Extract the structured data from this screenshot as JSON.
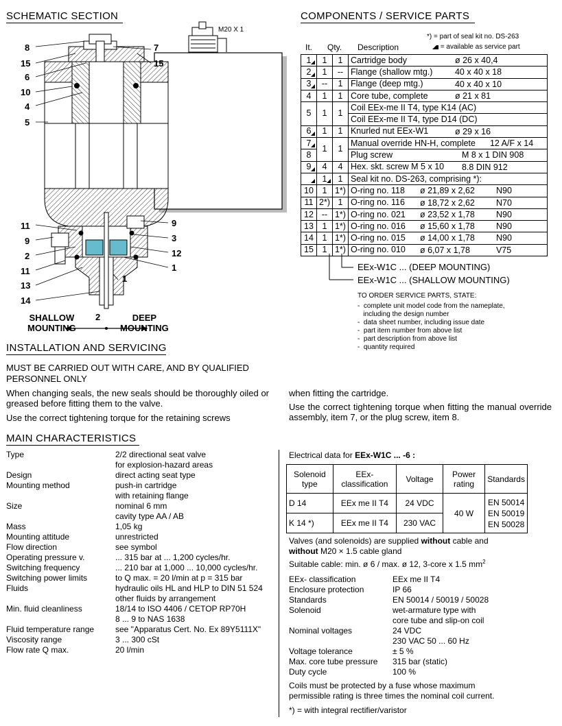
{
  "schematic": {
    "title": "SCHEMATIC SECTION",
    "thread_label": "M20 X 1",
    "callouts_left": [
      "8",
      "15",
      "6",
      "10",
      "4",
      "5",
      "11",
      "9",
      "2",
      "11",
      "13",
      "14"
    ],
    "callouts_right": [
      "7",
      "15",
      "9",
      "3",
      "12",
      "1",
      "1"
    ],
    "shallow": [
      "SHALLOW",
      "MOUNTING"
    ],
    "deep": [
      "DEEP",
      "MOUNTING"
    ],
    "center_num": "2"
  },
  "components": {
    "title": "COMPONENTS / SERVICE PARTS",
    "legend1": "*) = part of seal kit no. DS-263",
    "legend2": "= available as service part",
    "col_it": "It.",
    "col_qty": "Qty.",
    "col_desc": "Description",
    "rows": [
      {
        "it": "1",
        "q1": "1",
        "q2": "1",
        "desc": "Cartridge body",
        "spec": "ø 26 x 40,4",
        "m": true
      },
      {
        "it": "2",
        "q1": "1",
        "q2": "--",
        "desc": "Flange (shallow mtg.)",
        "spec": "40 x 40 x 18",
        "m": true
      },
      {
        "it": "3",
        "q1": "--",
        "q2": "1",
        "desc": "Flange (deep mtg.)",
        "spec": "40 x 40 x 10",
        "m": true
      },
      {
        "it": "4",
        "q1": "1",
        "q2": "1",
        "desc": "Core tube, complete",
        "spec": "ø 21 x 81",
        "m": false
      },
      {
        "it": "5",
        "q1": "1",
        "q2": "1",
        "desc": "Coil EEx-me II T4, type K14 (AC)",
        "desc2": "Coil EEx-me II T4, type D14 (DC)",
        "spec": "",
        "m": false
      },
      {
        "it": "6",
        "q1": "1",
        "q2": "1",
        "desc": "Knurled nut EEx-W1",
        "spec": "ø 29 x 16",
        "m": true
      },
      {
        "it": "7",
        "q1": "1",
        "q2": "1",
        "desc": "Manual override HN-H, complete",
        "spec": "12 A/F x 14",
        "m": true
      },
      {
        "it": "8",
        "desc": "Plug screw",
        "spec": "M 8 x 1  DIN 908",
        "m": false
      },
      {
        "it": "9",
        "q1": "4",
        "q2": "4",
        "desc": "Hex. skt. screw  M 5 x 10",
        "spec": "8.8     DIN 912",
        "m": true
      },
      {
        "it": "",
        "q1": "1",
        "q2": "1",
        "desc": "Seal kit no. DS-263, comprising *):",
        "spec": "",
        "m": true
      },
      {
        "it": "10",
        "q1": "1",
        "q2": "1*)",
        "desc": "O-ring no. 118",
        "spec": "ø 21,89 x 2,62",
        "mat": "N90",
        "m": false
      },
      {
        "it": "11",
        "q1": "2*)",
        "q2": "1",
        "desc": "O-ring no. 116",
        "spec": "ø 18,72 x 2,62",
        "mat": "N70",
        "m": false
      },
      {
        "it": "12",
        "q1": "--",
        "q2": "1*)",
        "desc": "O-ring no. 021",
        "spec": "ø 23,52 x 1,78",
        "mat": "N90",
        "m": false
      },
      {
        "it": "13",
        "q1": "1",
        "q2": "1*)",
        "desc": "O-ring no. 016",
        "spec": "ø 15,60 x 1,78",
        "mat": "N90",
        "m": false
      },
      {
        "it": "14",
        "q1": "1",
        "q2": "1*)",
        "desc": "O-ring no. 015",
        "spec": "ø 14,00 x 1,78",
        "mat": "N90",
        "m": false
      },
      {
        "it": "15",
        "q1": "1",
        "q2": "1*)",
        "desc": "O-ring no. 010",
        "spec": "ø 6,07 x 1,78",
        "mat": "V75",
        "m": false
      }
    ],
    "deep_note": "EEx-W1C ...  (DEEP MOUNTING)",
    "shallow_note": "EEx-W1C ...  (SHALLOW MOUNTING)",
    "order_title": "TO ORDER SERVICE PARTS, STATE:",
    "order_items": [
      "complete unit model code from the nameplate,",
      "including the design number",
      "data sheet number, including issue date",
      "part item number from above list",
      "part description from above list",
      "quantity required"
    ]
  },
  "installation": {
    "title": "INSTALLATION AND SERVICING",
    "line1": "MUST BE CARRIED OUT WITH CARE, AND BY QUALIFIED",
    "line2": "PERSONNEL ONLY",
    "left_p1": "When changing seals, the new seals should be thoroughly oiled or greased before fitting them to the valve.",
    "left_p2a": "Use the correct tightening torque for the retaining screws",
    "right_p1": "when fitting the cartridge.",
    "right_p2": "Use the correct tightening torque when fitting the manual override assembly, item 7, or the plug screw, item 8."
  },
  "main": {
    "title": "MAIN CHARACTERISTICS",
    "rows": [
      {
        "k": "Type",
        "v": [
          "2/2 directional seat valve",
          "for explosion-hazard areas"
        ]
      },
      {
        "k": "Design",
        "v": [
          "direct acting seat type"
        ]
      },
      {
        "k": "Mounting method",
        "v": [
          "push-in cartridge",
          "with retaining flange"
        ]
      },
      {
        "k": "Size",
        "v": [
          "nominal 6 mm",
          "cavity type AA / AB"
        ]
      },
      {
        "k": "Mass",
        "v": [
          "1,05 kg"
        ]
      },
      {
        "k": "Mounting attitude",
        "v": [
          "unrestricted"
        ]
      },
      {
        "k": "Flow direction",
        "v": [
          "see symbol"
        ]
      },
      {
        "k": "Operating pressure v.",
        "v": [
          "... 315 bar at              ... 1,200 cycles/hr."
        ]
      },
      {
        "k": "   Switching frequency",
        "v": [
          "... 210 bar at 1,000 ... 10,000 cycles/hr."
        ]
      },
      {
        "k": "Switching power limits",
        "v": [
          "to Q max. = 20 l/min  at  p = 315 bar"
        ]
      },
      {
        "k": "Fluids",
        "v": [
          "hydraulic oils HL and HLP to DIN 51 524",
          "other fluids by arrangement"
        ]
      },
      {
        "k": "Min. fluid cleanliness",
        "v": [
          "18/14 to ISO 4406 / CETOP RP70H",
          "8 ... 9 to NAS 1638"
        ]
      },
      {
        "k": "Fluid temperature range",
        "v": [
          "see \"Apparatus Cert. No. Ex 89Y5111X\""
        ]
      },
      {
        "k": "Viscosity range",
        "v": [
          "3 ... 300 cSt"
        ]
      },
      {
        "k": "Flow rate Q max.",
        "v": [
          "20 l/min"
        ]
      }
    ]
  },
  "electrical": {
    "title_prefix": "Electrical data for",
    "title_bold": "EEx-W1C ... -6 :",
    "headers": [
      "Solenoid type",
      "EEx- classification",
      "Voltage",
      "Power rating",
      "Standards"
    ],
    "rows": [
      {
        "type": "D 14",
        "cls": "EEx me II T4",
        "volt": "24 VDC"
      },
      {
        "type": "K 14 *)",
        "cls": "EEx me II T4",
        "volt": "230 VAC"
      }
    ],
    "power": "40 W",
    "standards": [
      "EN 50014",
      "EN 50019",
      "EN 50028"
    ],
    "supply_a": "Valves (and solenoids) are supplied",
    "supply_b": "without",
    "supply_c": "cable and",
    "supply_d": "without",
    "supply_e": "M20 × 1.5 cable gland",
    "cable": "Suitable cable:  min. ø 6 / max. ø 12,  3-core x 1.5 mm",
    "cable_sup": "2",
    "specs": [
      {
        "k": "EEx- classification",
        "v": [
          "EEx me II T4"
        ]
      },
      {
        "k": "Enclosure protection",
        "v": [
          "IP 66"
        ]
      },
      {
        "k": "Standards",
        "v": [
          "EN 50014 / 50019 / 50028"
        ]
      },
      {
        "k": "Solenoid",
        "v": [
          "wet-armature type with",
          "core tube and slip-on coil"
        ]
      },
      {
        "k": "Nominal voltages",
        "v": [
          "  24 VDC",
          "230 VAC      50 ... 60 Hz"
        ]
      },
      {
        "k": "Voltage tolerance",
        "v": [
          "± 5 %"
        ]
      },
      {
        "k": "Max. core tube pressure",
        "v": [
          "315 bar (static)"
        ]
      },
      {
        "k": "Duty cycle",
        "v": [
          "100 %"
        ]
      }
    ],
    "fuse1": "Coils must be protected by a fuse whose maximum",
    "fuse2": "permissible rating is three times the nominal coil current.",
    "rectifier": "*) = with integral rectifier/varistor"
  }
}
